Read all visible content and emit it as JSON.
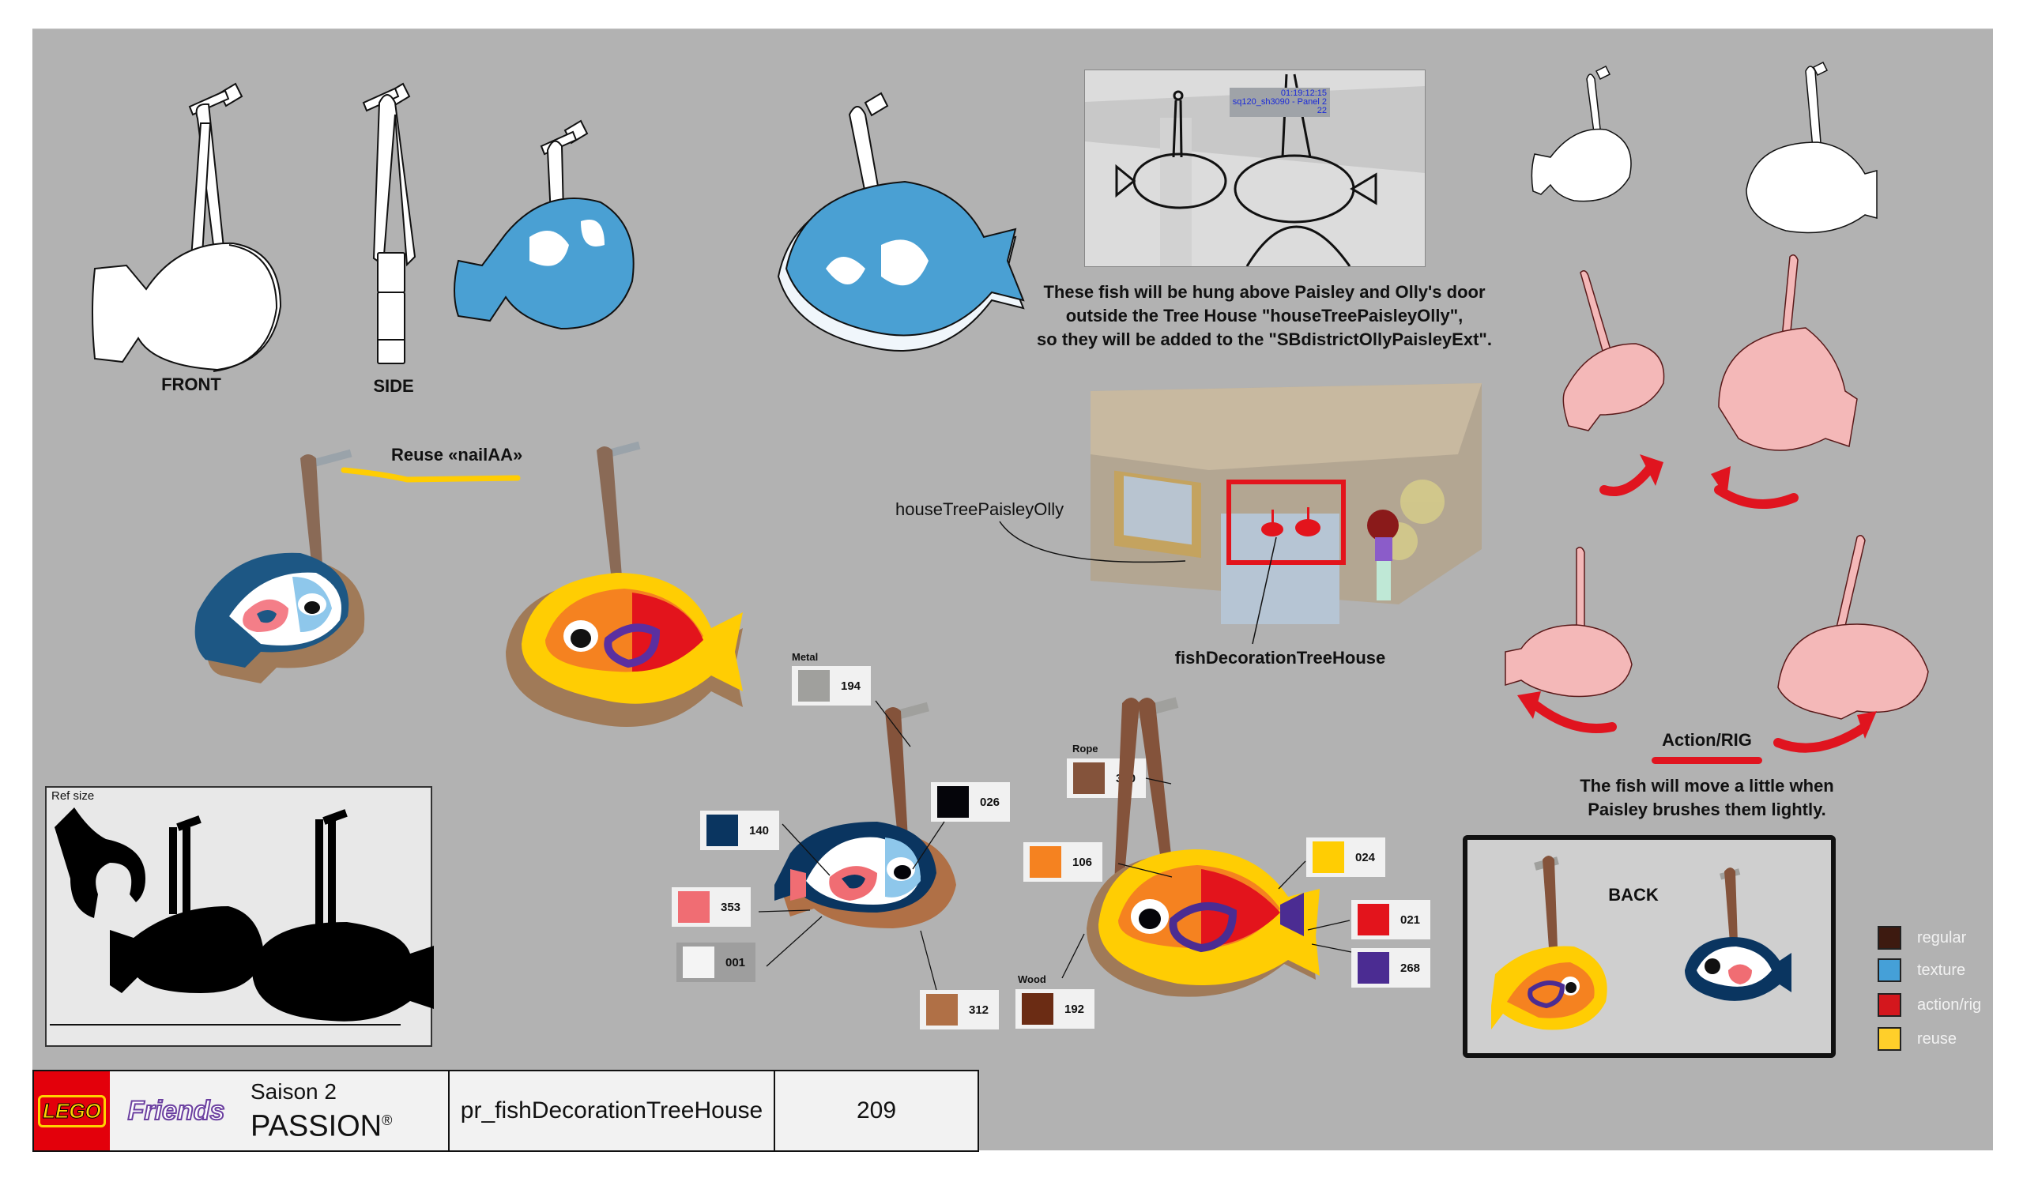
{
  "views": {
    "front_label": "FRONT",
    "side_label": "SIDE"
  },
  "notes": {
    "reuse_label": "Reuse «nailAA»",
    "placement_note": [
      "These fish will be hung above Paisley and Olly's door",
      "outside the Tree House \"houseTreePaisleyOlly\",",
      "so they will be added to the \"SBdistrictOllyPaisleyExt\"."
    ],
    "house_label": "houseTreePaisleyOlly",
    "asset_label": "fishDecorationTreeHouse",
    "action_title": "Action/RIG",
    "action_note": [
      "The fish will move a little when",
      "Paisley brushes them lightly."
    ],
    "back_label": "BACK",
    "ref_size_label": "Ref size"
  },
  "storyboard": {
    "timecode": "01:19:12:15",
    "shot": "sq120_sh3090 - Panel 2",
    "frame": "22"
  },
  "materials": {
    "metal_label": "Metal",
    "rope_label": "Rope",
    "wood_label": "Wood"
  },
  "swatches_blue_fish": [
    {
      "code": "194",
      "color": "#a0a09d"
    },
    {
      "code": "140",
      "color": "#0a3560"
    },
    {
      "code": "026",
      "color": "#05050a"
    },
    {
      "code": "353",
      "color": "#f06d73"
    },
    {
      "code": "001",
      "color": "#f4f4f4"
    },
    {
      "code": "312",
      "color": "#b07046"
    }
  ],
  "swatches_yellow_fish": [
    {
      "code": "370",
      "color": "#84533b"
    },
    {
      "code": "106",
      "color": "#f58220"
    },
    {
      "code": "024",
      "color": "#ffcd03"
    },
    {
      "code": "021",
      "color": "#e3141c"
    },
    {
      "code": "268",
      "color": "#4b2c92"
    },
    {
      "code": "192",
      "color": "#6b2c14"
    }
  ],
  "legend": [
    {
      "label": "regular",
      "color": "#3d1a10"
    },
    {
      "label": "texture",
      "color": "#45a0d8"
    },
    {
      "label": "action/rig",
      "color": "#d4171d"
    },
    {
      "label": "reuse",
      "color": "#ffcf2a"
    }
  ],
  "footer": {
    "brand": "LEGO",
    "series": "Friends",
    "season": "Saison 2",
    "title": "PASSION",
    "title_mark": "®",
    "asset_name": "pr_fishDecorationTreeHouse",
    "page_number": "209"
  }
}
